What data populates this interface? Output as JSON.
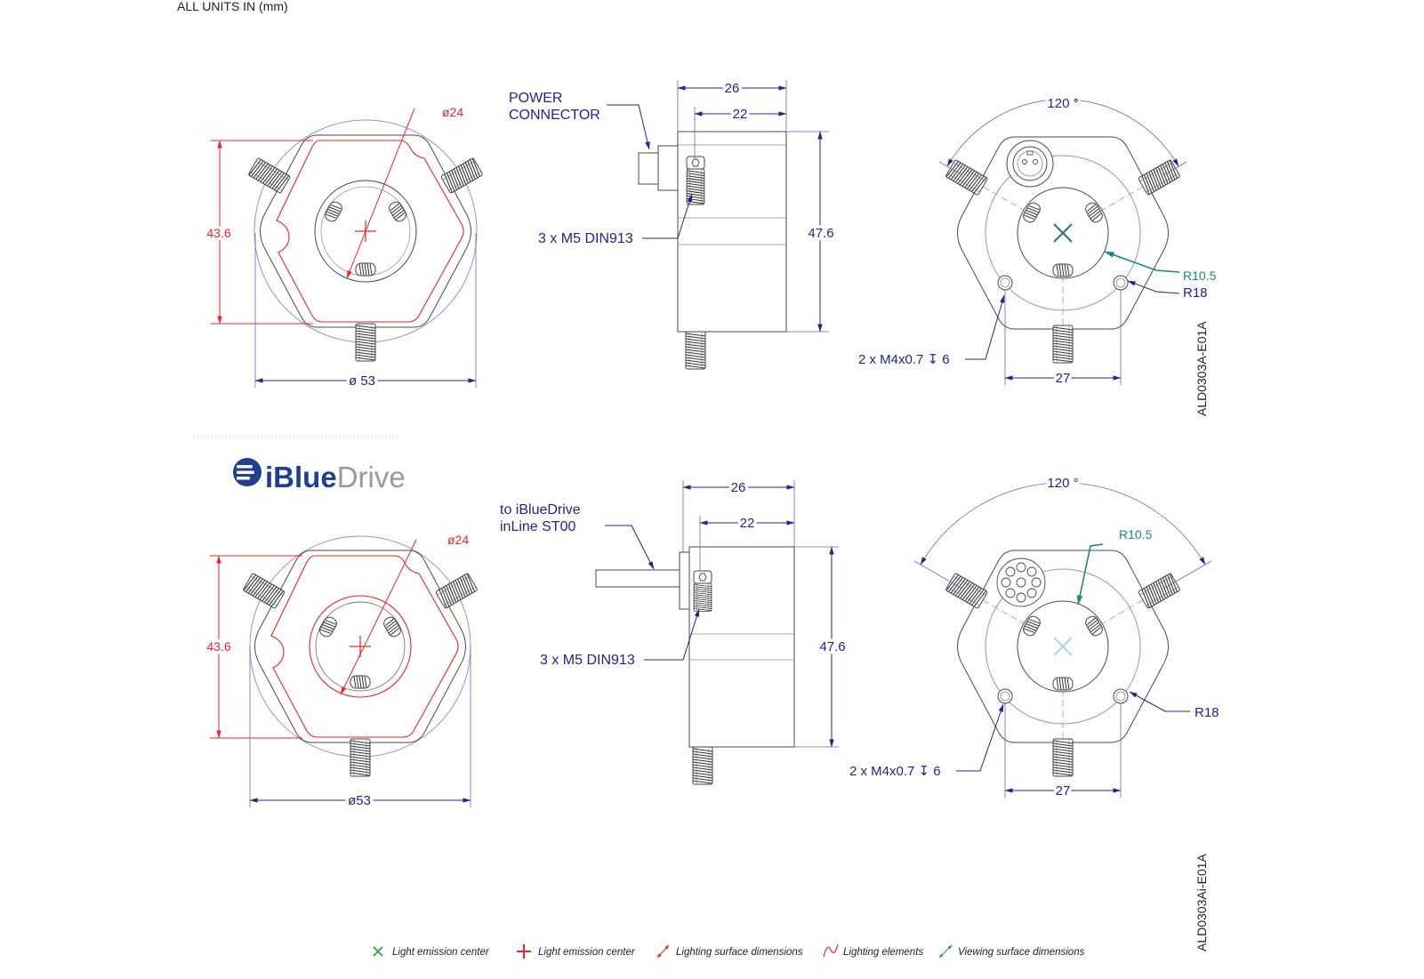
{
  "header": {
    "units_note": "ALL UNITS IN (mm)"
  },
  "logo": {
    "text_bold": "iBlue",
    "text_light": "Drive",
    "icon": "ibluedrive-logo-icon",
    "color_primary": "#1f3f8f",
    "color_secondary": "#9a9a9a"
  },
  "colors": {
    "dimension": "#23248c",
    "lighting": "#e8262b",
    "viewing": "#1a8a7a",
    "construction": "#a58ad6",
    "outline": "#4a4a4a"
  },
  "drawings": [
    {
      "part_number": "ALD0303A-E01A",
      "front_view": {
        "bore_diameter": "ø24",
        "height": "43.6",
        "outer_diameter": "ø 53"
      },
      "side_view": {
        "connector_label_line1": "POWER",
        "connector_label_line2": "CONNECTOR",
        "overall_length": "26",
        "body_length": "22",
        "height": "47.6",
        "set_screws": "3 x M5 DIN913"
      },
      "rear_view": {
        "angle": "120 °",
        "viewing_radius": "R10.5",
        "mounting_radius": "R18",
        "mounting_holes": "2 x M4x0.7 ↧ 6",
        "hole_spacing": "27"
      }
    },
    {
      "part_number": "ALD0303Ai-E01A",
      "front_view": {
        "bore_diameter": "ø24",
        "height": "43.6",
        "outer_diameter": "ø53"
      },
      "side_view": {
        "connector_label_line1": "to iBlueDrive",
        "connector_label_line2": "inLine ST00",
        "overall_length": "26",
        "body_length": "22",
        "height": "47.6",
        "set_screws": "3 x M5 DIN913"
      },
      "rear_view": {
        "angle": "120 °",
        "viewing_radius": "R10.5",
        "mounting_radius": "R18",
        "mounting_holes": "2 x M4x0.7 ↧ 6",
        "hole_spacing": "27"
      }
    }
  ],
  "legend": [
    {
      "icon": "green-x-icon",
      "color": "#2a9d3a",
      "label": "Light emission center"
    },
    {
      "icon": "red-plus-icon",
      "color": "#e8262b",
      "label": "Light emission center"
    },
    {
      "icon": "red-double-arrow-icon",
      "color": "#e8262b",
      "label": "Lighting surface dimensions"
    },
    {
      "icon": "red-wave-icon",
      "color": "#e8262b",
      "label": "Lighting elements"
    },
    {
      "icon": "green-double-arrow-icon",
      "color": "#2a9d3a",
      "label": "Viewing surface dimensions"
    }
  ]
}
